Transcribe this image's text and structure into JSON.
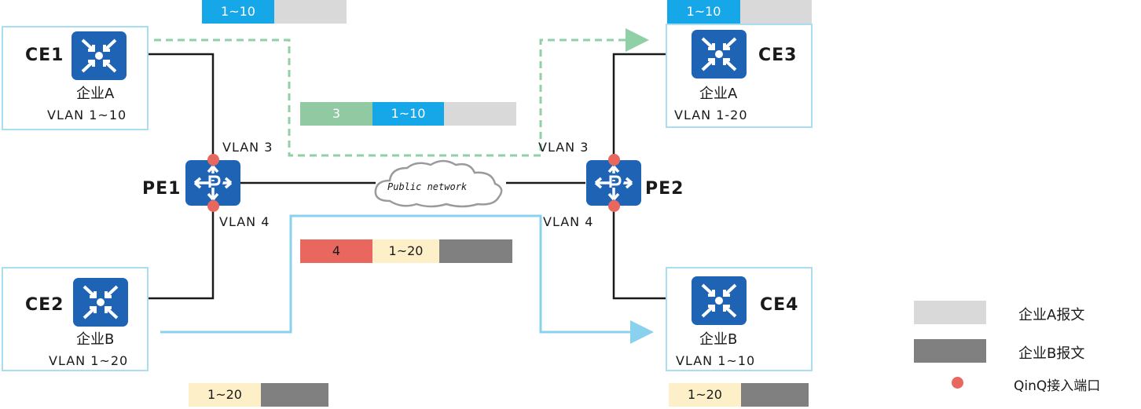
{
  "colors": {
    "box_border": "#a9def0",
    "device_blue": "#1f64b4",
    "port_dot": "#e8675e",
    "ent_a_packet": "#d9d9d9",
    "ent_b_packet": "#808080",
    "vlan_blue": "#16a7e8",
    "vlan_cream": "#fdefc8",
    "tag_green": "#90c9a2",
    "tag_red": "#e8675e",
    "path_green": "#8fd0a6",
    "path_blue": "#8ad1ee",
    "wire": "#1a1a1a"
  },
  "ce1": {
    "name": "CE1",
    "enterprise": "企业A",
    "vlan": "VLAN 1~10"
  },
  "ce2": {
    "name": "CE2",
    "enterprise": "企业B",
    "vlan": "VLAN 1~20"
  },
  "ce3": {
    "name": "CE3",
    "enterprise": "企业A",
    "vlan": "VLAN 1-20"
  },
  "ce4": {
    "name": "CE4",
    "enterprise": "企业B",
    "vlan": "VLAN 1~10"
  },
  "pe1": {
    "name": "PE1",
    "vlan_top": "VLAN 3",
    "vlan_bottom": "VLAN 4"
  },
  "pe2": {
    "name": "PE2",
    "vlan_top": "VLAN 3",
    "vlan_bottom": "VLAN 4"
  },
  "cloud": {
    "label": "Public network"
  },
  "packets": {
    "ce1_in": {
      "vlan": "1~10"
    },
    "ce3_out": {
      "vlan": "1~10"
    },
    "a_transit": {
      "tag": "3",
      "vlan": "1~10"
    },
    "b_transit": {
      "tag": "4",
      "vlan": "1~20"
    },
    "ce2_in": {
      "vlan": "1~20"
    },
    "ce4_out": {
      "vlan": "1~20"
    }
  },
  "legend": {
    "ent_a": "企业A报文",
    "ent_b": "企业B报文",
    "port": "QinQ接入端口"
  }
}
